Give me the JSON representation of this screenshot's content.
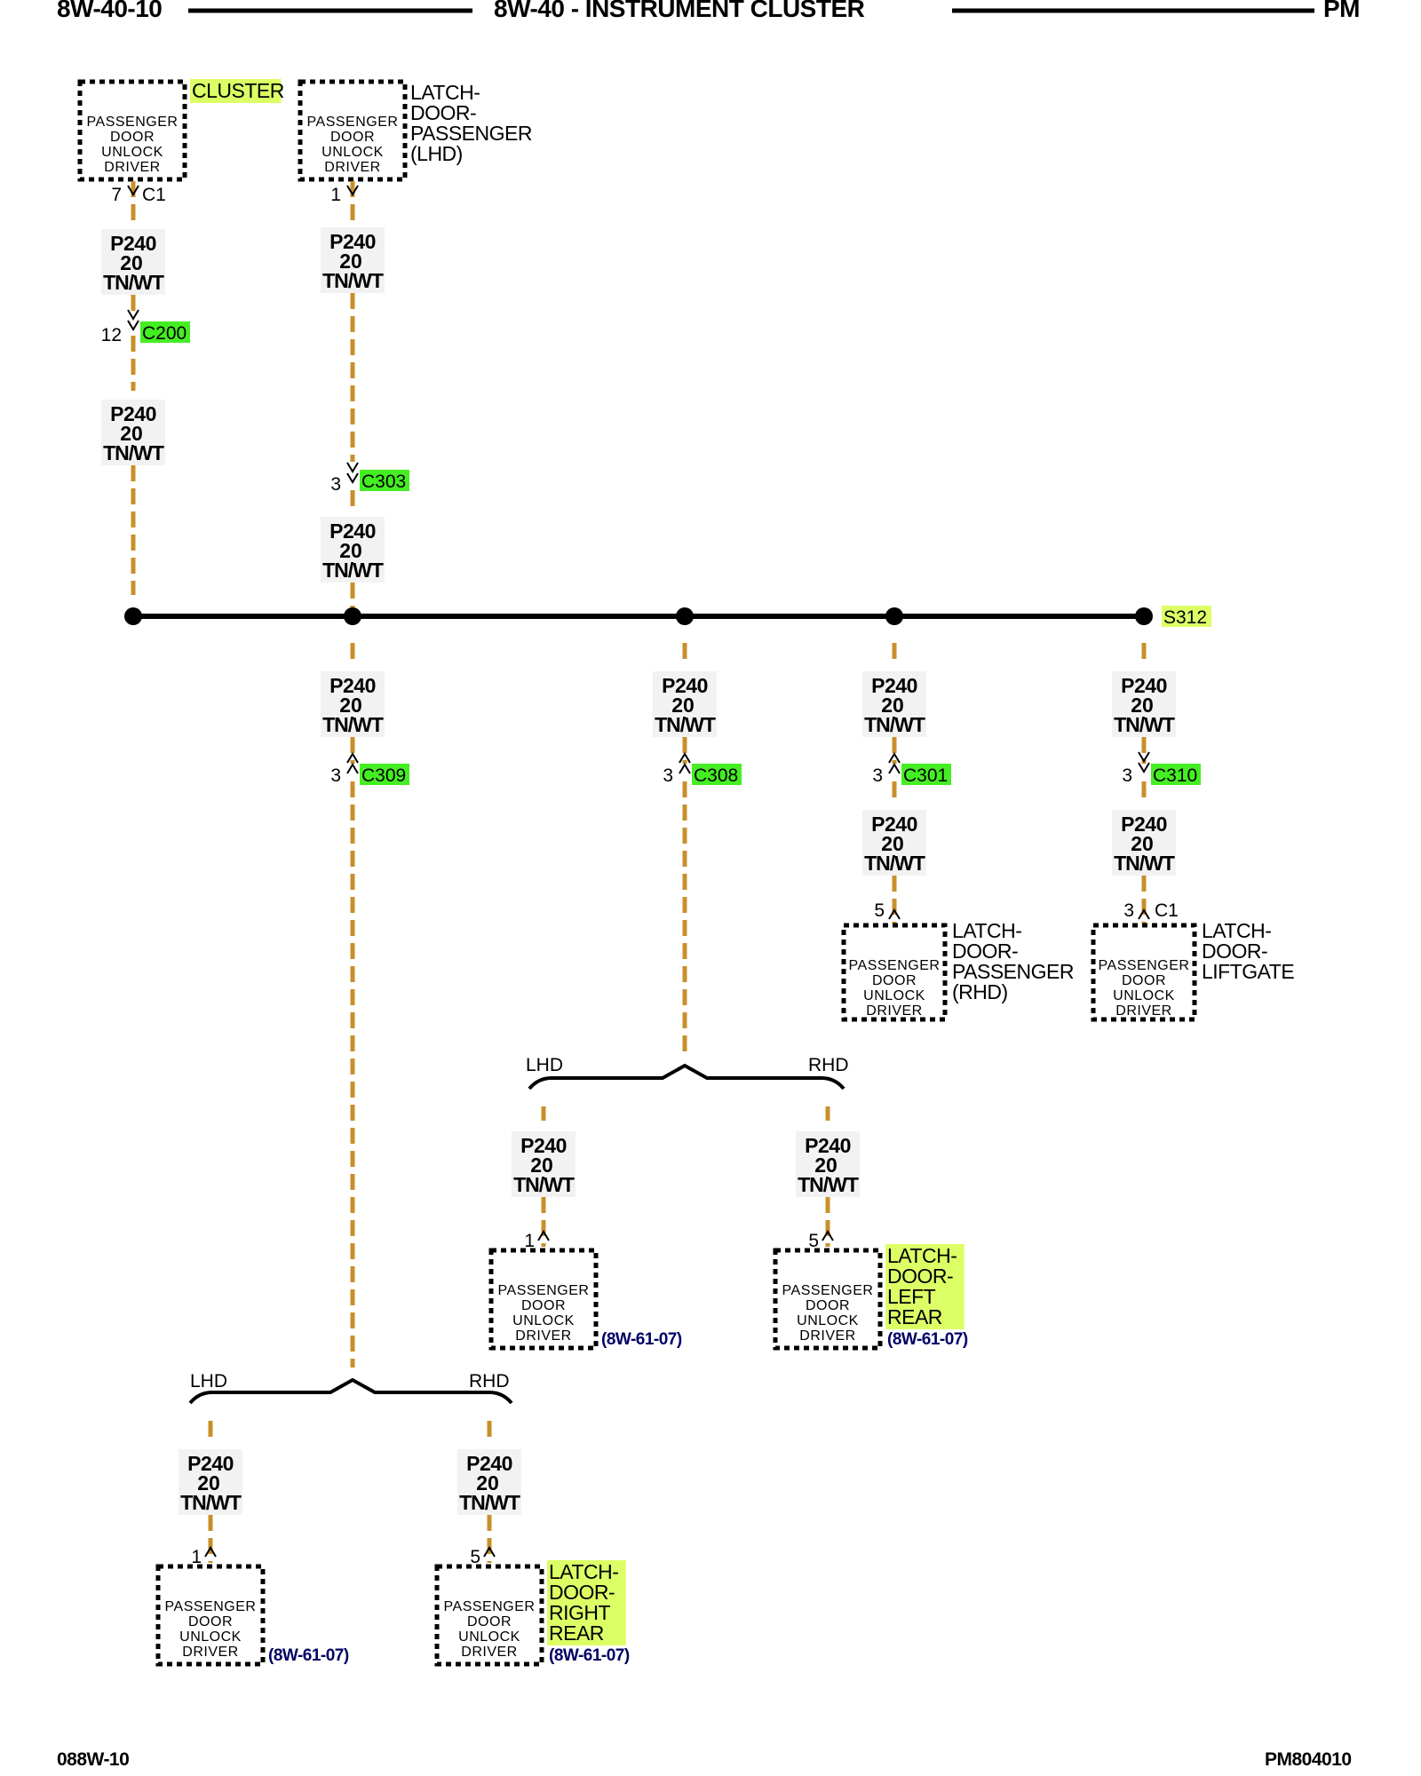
{
  "header": {
    "page_id": "8W-40-10",
    "title": "8W-40 - INSTRUMENT CLUSTER",
    "section": "PM"
  },
  "footer": {
    "left_code": "088W-10",
    "right_code": "PM804010"
  },
  "colors": {
    "wire": "#C8902A",
    "highlight_yellow": "#DDFF66",
    "highlight_green": "#44EE22",
    "ref_text": "#000066"
  },
  "wire_label": {
    "circuit": "P240",
    "gauge": "20",
    "color": "TN/WT"
  },
  "component_text": [
    "PASSENGER",
    "DOOR",
    "UNLOCK",
    "DRIVER"
  ],
  "components": {
    "cluster": {
      "name": [
        "CLUSTER"
      ],
      "pin": "7",
      "connector": "C1"
    },
    "latch_passenger_lhd": {
      "name": [
        "LATCH-",
        "DOOR-",
        "PASSENGER",
        "(LHD)"
      ],
      "pin": "1"
    },
    "latch_passenger_rhd": {
      "name": [
        "LATCH-",
        "DOOR-",
        "PASSENGER",
        "(RHD)"
      ],
      "pin": "5"
    },
    "latch_liftgate": {
      "name": [
        "LATCH-",
        "DOOR-",
        "LIFTGATE"
      ],
      "pin": "3",
      "connector": "C1"
    },
    "latch_left_rear_lhd": {
      "pin": "1",
      "ref": "(8W-61-07)"
    },
    "latch_left_rear_rhd": {
      "name": [
        "LATCH-",
        "DOOR-",
        "LEFT",
        "REAR"
      ],
      "pin": "5",
      "ref": "(8W-61-07)"
    },
    "latch_right_rear_lhd": {
      "pin": "1",
      "ref": "(8W-61-07)"
    },
    "latch_right_rear_rhd": {
      "name": [
        "LATCH-",
        "DOOR-",
        "RIGHT",
        "REAR"
      ],
      "pin": "5",
      "ref": "(8W-61-07)"
    }
  },
  "connectors": {
    "c200": {
      "pin": "12",
      "name": "C200"
    },
    "c303": {
      "pin": "3",
      "name": "C303"
    },
    "c309": {
      "pin": "3",
      "name": "C309"
    },
    "c308": {
      "pin": "3",
      "name": "C308"
    },
    "c301": {
      "pin": "3",
      "name": "C301"
    },
    "c310": {
      "pin": "3",
      "name": "C310"
    }
  },
  "splice": {
    "name": "S312"
  },
  "branches": {
    "lhd": "LHD",
    "rhd": "RHD"
  }
}
